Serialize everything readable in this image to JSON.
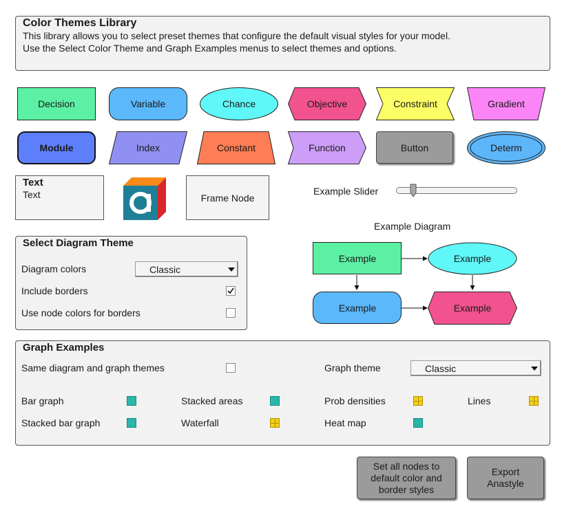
{
  "header": {
    "title": "Color Themes Library",
    "line1": "This library allows you to select preset themes that configure the default visual styles for your model.",
    "line2": "Use the Select Color Theme and Graph Examples menus to select themes and options."
  },
  "nodes": {
    "decision": "Decision",
    "variable": "Variable",
    "chance": "Chance",
    "objective": "Objective",
    "constraint": "Constraint",
    "gradient": "Gradient",
    "module": "Module",
    "index": "Index",
    "constant": "Constant",
    "function": "Function",
    "button": "Button",
    "determ": "Determ"
  },
  "text_node": {
    "title": "Text",
    "body": "Text"
  },
  "frame_node": "Frame Node",
  "slider": {
    "label": "Example Slider",
    "value": 0.14
  },
  "diagram": {
    "title": "Example Diagram",
    "n1": "Example",
    "n2": "Example",
    "n3": "Example",
    "n4": "Example"
  },
  "diagram_theme": {
    "title": "Select Diagram Theme",
    "colors_label": "Diagram colors",
    "colors_value": "Classic",
    "borders_label": "Include borders",
    "borders_checked": true,
    "nodecolor_label": "Use node colors for borders",
    "nodecolor_checked": false
  },
  "graph_examples": {
    "title": "Graph Examples",
    "same_label": "Same diagram and graph themes",
    "same_checked": false,
    "theme_label": "Graph theme",
    "theme_value": "Classic",
    "items": {
      "bar": "Bar graph",
      "stacked_areas": "Stacked areas",
      "prob": "Prob densities",
      "lines": "Lines",
      "stacked_bar": "Stacked bar graph",
      "waterfall": "Waterfall",
      "heat": "Heat map"
    }
  },
  "buttons": {
    "set_all_1": "Set all nodes to",
    "set_all_2": "default color and",
    "set_all_3": "border styles",
    "export_1": "Export",
    "export_2": "Anastyle"
  },
  "colors": {
    "decision": "#5cf0a4",
    "variable": "#5ab8fb",
    "chance": "#5ff7f7",
    "objective": "#f2528e",
    "constraint": "#fdfd66",
    "gradient": "#fb85f6",
    "module": "#5e7ffb",
    "index": "#9090f2",
    "constant": "#fd7d54",
    "function": "#cc9ef8",
    "button": "#9b9b9b",
    "determ": "#5eb6fa"
  }
}
